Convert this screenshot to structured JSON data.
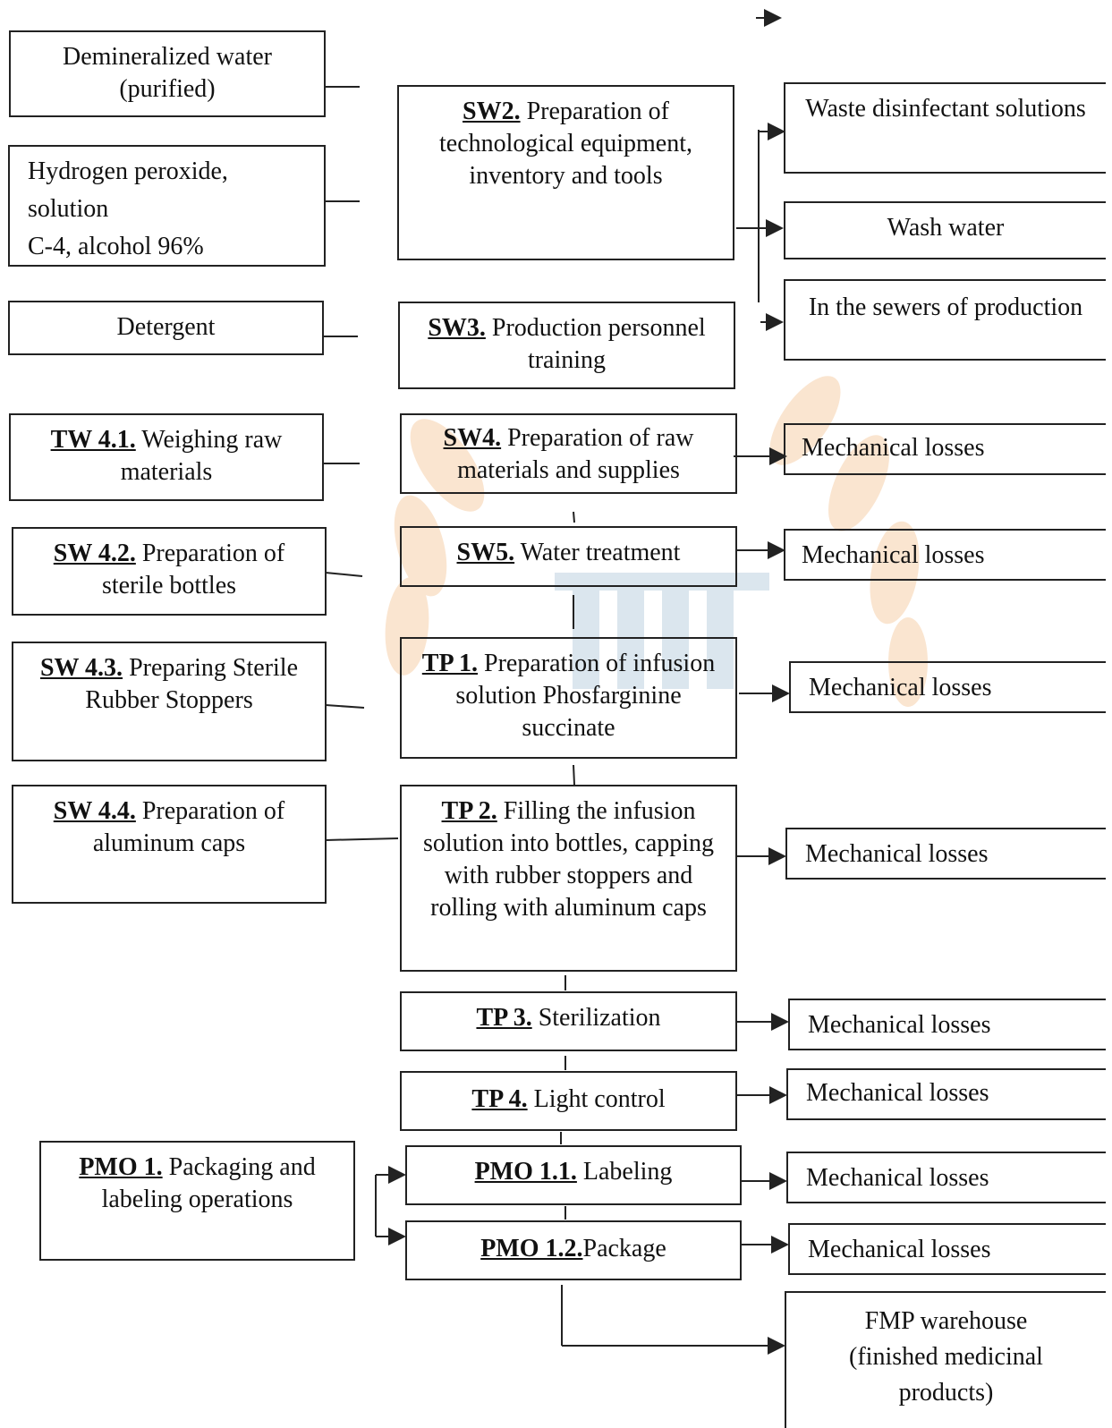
{
  "inputs": {
    "demin_water": "Demineralized water (purified)",
    "h2o2_line1": "Hydrogen peroxide,",
    "h2o2_line2": "solution",
    "h2o2_line3": "C-4, alcohol 96%",
    "detergent": "Detergent",
    "tw41_code": "TW 4.1.",
    "tw41_text": " Weighing raw materials",
    "sw42_code": "SW 4.2.",
    "sw42_text": " Preparation of sterile bottles",
    "sw43_code": "SW 4.3.",
    "sw43_text": " Preparing Sterile Rubber Stoppers",
    "sw44_code": "SW 4.4.",
    "sw44_text": " Preparation of aluminum caps",
    "pmo1_code": "PMO 1.",
    "pmo1_text": " Packaging and labeling operations"
  },
  "steps": {
    "sw2_code": "SW2.",
    "sw2_text": " Preparation of technological equipment, inventory and tools",
    "sw3_code": "SW3.",
    "sw3_text": " Production personnel training",
    "sw4_code": "SW4.",
    "sw4_text": " Preparation of raw materials and supplies",
    "sw5_code": "SW5.",
    "sw5_text": " Water treatment",
    "tp1_code": "TP 1.",
    "tp1_text": " Preparation of infusion solution Phosfarginine succinate",
    "tp2_code": "TP 2.",
    "tp2_text": " Filling the infusion solution into bottles, capping with rubber stoppers and rolling with aluminum caps",
    "tp3_code": "TP 3.",
    "tp3_text": " Sterilization",
    "tp4_code": "TP 4.",
    "tp4_text": " Light control",
    "pmo11_code": "PMO 1.1.",
    "pmo11_text": " Labeling",
    "pmo12_code": "PMO 1.2.",
    "pmo12_text": "Package"
  },
  "outputs": {
    "waste_disinfectant": "Waste disinfectant solutions",
    "wash_water": "Wash water",
    "sewers": "In the sewers of production",
    "mech_losses": "Mechanical losses",
    "fmp_warehouse": "FMP warehouse (finished medicinal products)"
  },
  "colors": {
    "line": "#222222",
    "watermark_orange": "#f6c89e",
    "watermark_blue": "#bcd0dd"
  }
}
